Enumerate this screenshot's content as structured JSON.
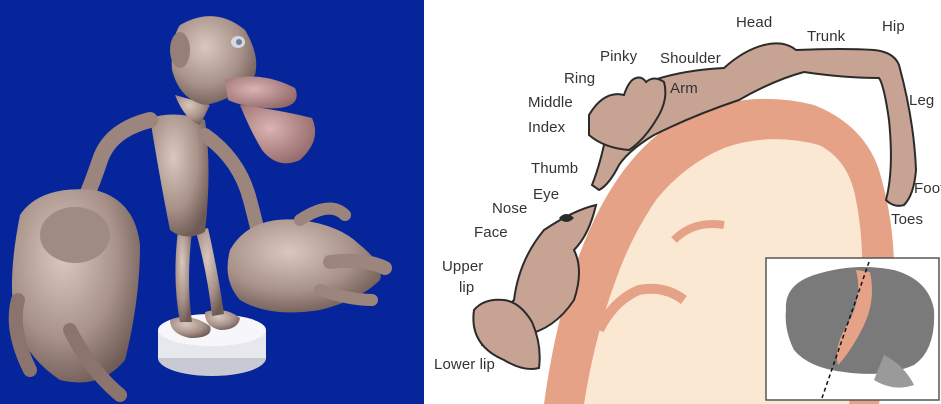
{
  "homunculus_model": {
    "background_color": "#07259a",
    "skin_color": "#b8a294",
    "pedestal_color": "#eeeef4"
  },
  "cortex_map": {
    "labels": {
      "head": "Head",
      "trunk": "Trunk",
      "hip": "Hip",
      "pinky": "Pinky",
      "shoulder": "Shoulder",
      "ring": "Ring",
      "arm": "Arm",
      "middle": "Middle",
      "index": "Index",
      "leg": "Leg",
      "thumb": "Thumb",
      "eye": "Eye",
      "nose": "Nose",
      "face": "Face",
      "foot": "Foot",
      "toes": "Toes",
      "upper_lip": "Upper",
      "upper_lip_2": "lip",
      "lower_lip": "Lower lip"
    },
    "colors": {
      "body_map_fill": "#c7a394",
      "outline": "#2b2b2b",
      "cortex_band": "#e6a286",
      "white_matter": "#fbe8d2",
      "brain_inset_gray": "#7a7a7a"
    }
  }
}
